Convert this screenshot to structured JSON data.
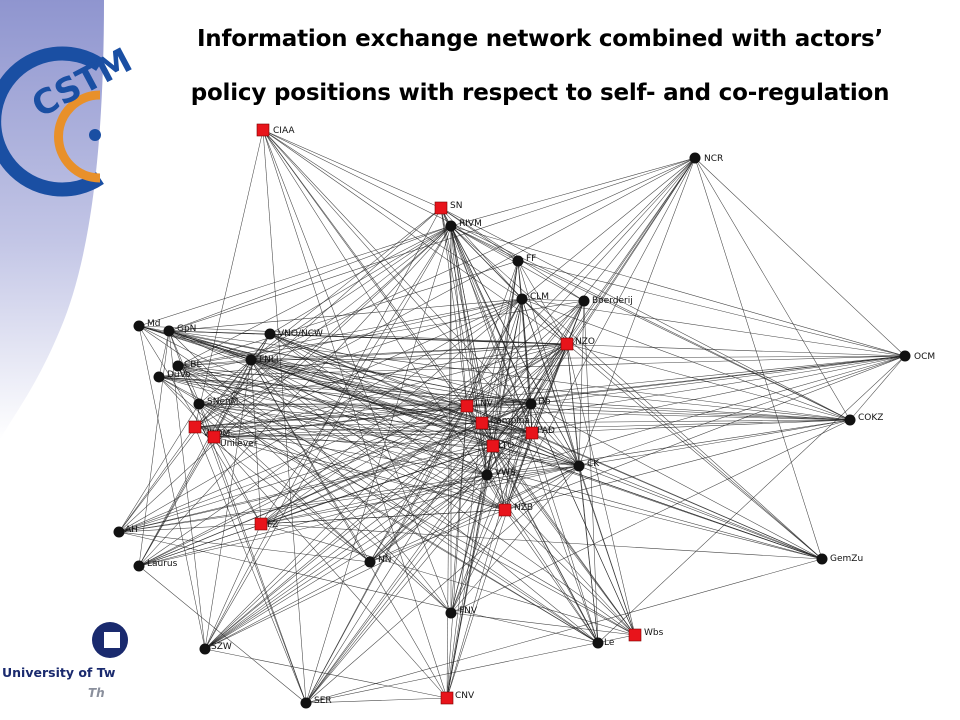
{
  "title": {
    "line1": "Information exchange network combined with actors’",
    "line2": "policy positions with respect to self- and co-regulation"
  },
  "logo": {
    "text": "CSTM",
    "university": "University of Tw",
    "tagline": "Th"
  },
  "colors": {
    "circle_node": "#111111",
    "square_node": "#e8141b",
    "edge": "#222222",
    "side_band": "#c9cbe8",
    "logo_blue": "#1a4fa3",
    "logo_orange": "#e8902a"
  },
  "nodes": [
    {
      "id": "CIAA",
      "shape": "square"
    },
    {
      "id": "NCR",
      "shape": "circle"
    },
    {
      "id": "SN",
      "shape": "square"
    },
    {
      "id": "RIVM",
      "shape": "circle"
    },
    {
      "id": "FF",
      "shape": "circle"
    },
    {
      "id": "CLM",
      "shape": "circle"
    },
    {
      "id": "Boerderij",
      "shape": "circle"
    },
    {
      "id": "Md",
      "shape": "circle"
    },
    {
      "id": "GpN",
      "shape": "circle"
    },
    {
      "id": "VNO/NCW",
      "shape": "circle"
    },
    {
      "id": "NZO",
      "shape": "square"
    },
    {
      "id": "OCM",
      "shape": "circle"
    },
    {
      "id": "CBL",
      "shape": "circle"
    },
    {
      "id": "FNLI",
      "shape": "circle"
    },
    {
      "id": "DuVo",
      "shape": "circle"
    },
    {
      "id": "SNenM",
      "shape": "circle"
    },
    {
      "id": "LNV",
      "shape": "square"
    },
    {
      "id": "Db",
      "shape": "circle"
    },
    {
      "id": "COKZ",
      "shape": "circle"
    },
    {
      "id": "Campina",
      "shape": "square"
    },
    {
      "id": "VROM",
      "shape": "square"
    },
    {
      "id": "PAD",
      "shape": "square"
    },
    {
      "id": "LTO",
      "shape": "square"
    },
    {
      "id": "Unilever",
      "shape": "square"
    },
    {
      "id": "VWS",
      "shape": "circle"
    },
    {
      "id": "CK",
      "shape": "circle"
    },
    {
      "id": "NZB",
      "shape": "square"
    },
    {
      "id": "FZ",
      "shape": "square"
    },
    {
      "id": "AH",
      "shape": "circle"
    },
    {
      "id": "GemZu",
      "shape": "circle"
    },
    {
      "id": "Laurus",
      "shape": "circle"
    },
    {
      "id": "NN",
      "shape": "circle"
    },
    {
      "id": "FNV",
      "shape": "circle"
    },
    {
      "id": "Wbs",
      "shape": "square"
    },
    {
      "id": "Le",
      "shape": "circle"
    },
    {
      "id": "SZW",
      "shape": "circle"
    },
    {
      "id": "SER",
      "shape": "circle"
    },
    {
      "id": "CNV",
      "shape": "square"
    }
  ]
}
